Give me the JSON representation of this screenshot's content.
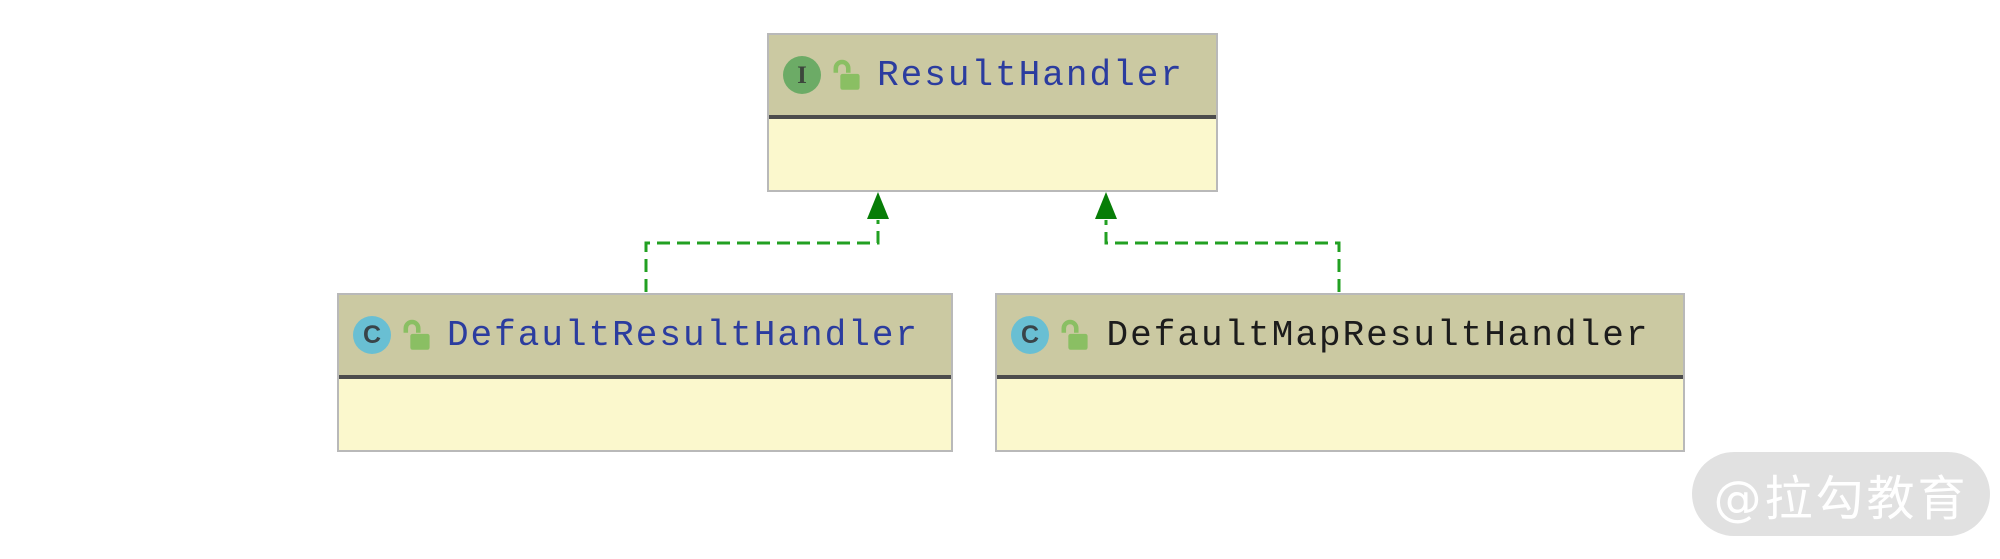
{
  "diagram": {
    "kind": "uml-class-diagram",
    "nodes": [
      {
        "id": "ResultHandler",
        "stereotype": "interface",
        "badge_letter": "I",
        "visibility": "public",
        "label": "ResultHandler",
        "title_color": "#2b3c9f"
      },
      {
        "id": "DefaultResultHandler",
        "stereotype": "class",
        "badge_letter": "C",
        "visibility": "public",
        "label": "DefaultResultHandler",
        "title_color": "#2b3c9f"
      },
      {
        "id": "DefaultMapResultHandler",
        "stereotype": "class",
        "badge_letter": "C",
        "visibility": "public",
        "label": "DefaultMapResultHandler",
        "title_color": "#1c1c1c"
      }
    ],
    "edges": [
      {
        "from": "DefaultResultHandler",
        "to": "ResultHandler",
        "type": "implements",
        "style": "dashed-green-hollowless-triangle"
      },
      {
        "from": "DefaultMapResultHandler",
        "to": "ResultHandler",
        "type": "implements",
        "style": "dashed-green-hollowless-triangle"
      }
    ]
  },
  "icons": {
    "interface_badge": "interface-badge-icon",
    "class_badge": "class-badge-icon",
    "lock": "unlocked-padlock-icon",
    "arrowhead": "inheritance-arrowhead-icon"
  },
  "colors": {
    "node_header_bg": "#cbc9a2",
    "node_body_bg": "#fbf8cd",
    "node_border": "#b9b9b9",
    "node_separator": "#4c4c4c",
    "interface_badge_bg": "#6cab66",
    "class_badge_bg": "#69bfd3",
    "lock_green": "#8abf63",
    "edge_dash_green": "#22a022",
    "arrowhead_green": "#077d07",
    "title_blue": "#2b3c9f",
    "title_dark": "#1c1c1c",
    "watermark_bg": "#e1e1e1",
    "watermark_text": "#ffffff",
    "page_bg": "#ffffff"
  },
  "watermark": {
    "text": "@拉勾教育"
  }
}
